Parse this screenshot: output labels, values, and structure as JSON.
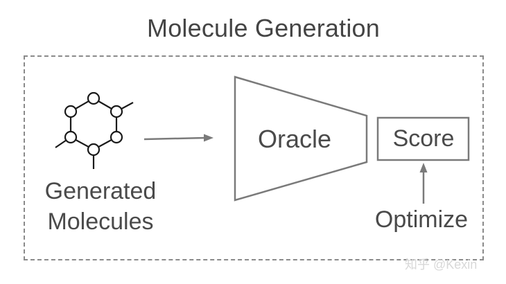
{
  "diagram": {
    "title": "Molecule Generation",
    "molecules_label": [
      "Generated",
      "Molecules"
    ],
    "oracle_label": "Oracle",
    "score_label": "Score",
    "optimize_label": "Optimize"
  },
  "watermark": "知乎 @Kexin",
  "colors": {
    "stroke": "#7a7a7a",
    "text": "#444444",
    "dashed_border": "#8a8a8a"
  }
}
